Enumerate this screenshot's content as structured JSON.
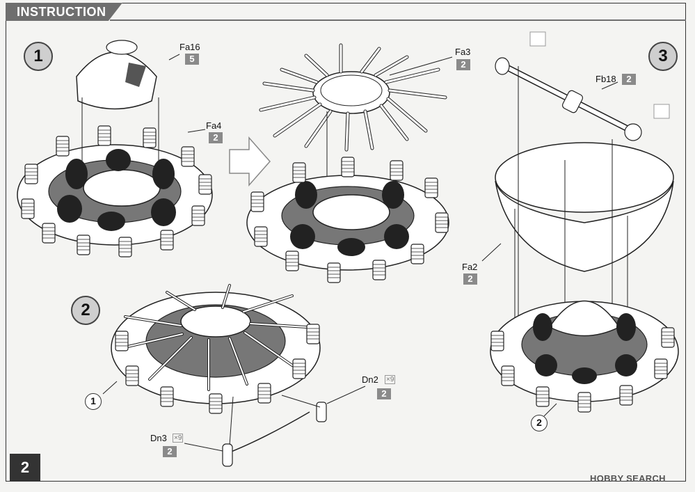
{
  "header": {
    "title": "INSTRUCTION"
  },
  "page_number": "2",
  "steps": {
    "s1": {
      "number": "1"
    },
    "s2": {
      "number": "2"
    },
    "s3": {
      "number": "3"
    }
  },
  "parts": {
    "fa16": {
      "name": "Fa16",
      "qty": "5"
    },
    "fa4": {
      "name": "Fa4",
      "qty": "2"
    },
    "fa3": {
      "name": "Fa3",
      "qty": "2"
    },
    "fb18": {
      "name": "Fb18",
      "qty": "2"
    },
    "fa2": {
      "name": "Fa2",
      "qty": "2"
    },
    "dn2": {
      "name": "Dn2",
      "qty": "2",
      "multiplier": "×9"
    },
    "dn3": {
      "name": "Dn3",
      "qty": "2",
      "multiplier": "×9"
    }
  },
  "refs": {
    "r1": "1",
    "r2": "2"
  },
  "watermark": "HOBBY SEARCH",
  "colors": {
    "badge": "#cfcfcf",
    "qty_box": "#8a8a8a",
    "header": "#6e6e6e"
  },
  "icons": [
    "arrow-right-icon",
    "adhesive-icon"
  ]
}
